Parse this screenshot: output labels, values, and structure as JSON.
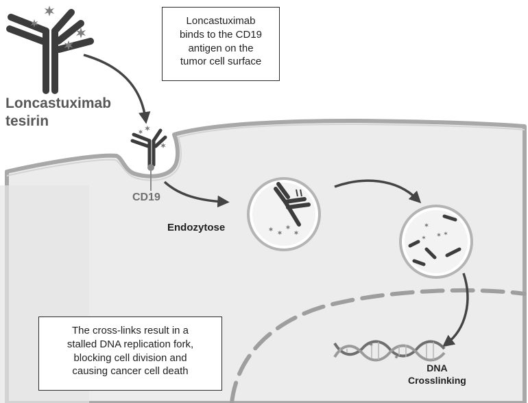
{
  "callout_top": [
    "Loncastuximab",
    "binds to the CD19",
    "antigen on the",
    "tumor cell surface"
  ],
  "callout_bottom": [
    "The cross-links result in a",
    "stalled DNA replication fork,",
    "blocking cell division and",
    "causing cancer cell death"
  ],
  "drug_name": [
    "Loncastuximab",
    "tesirin"
  ],
  "cd19_label": "CD19",
  "endocytosis_label": "Endozytose",
  "dna_label": [
    "DNA",
    "Crosslinking"
  ],
  "colors": {
    "antibody": "#3c3c3c",
    "payload": "#7d7d7d",
    "membrane_edge": "#a8a8a8",
    "cytoplasm": "#ececec",
    "arrow": "#444444",
    "dna_strand": "#6e6e6e"
  }
}
